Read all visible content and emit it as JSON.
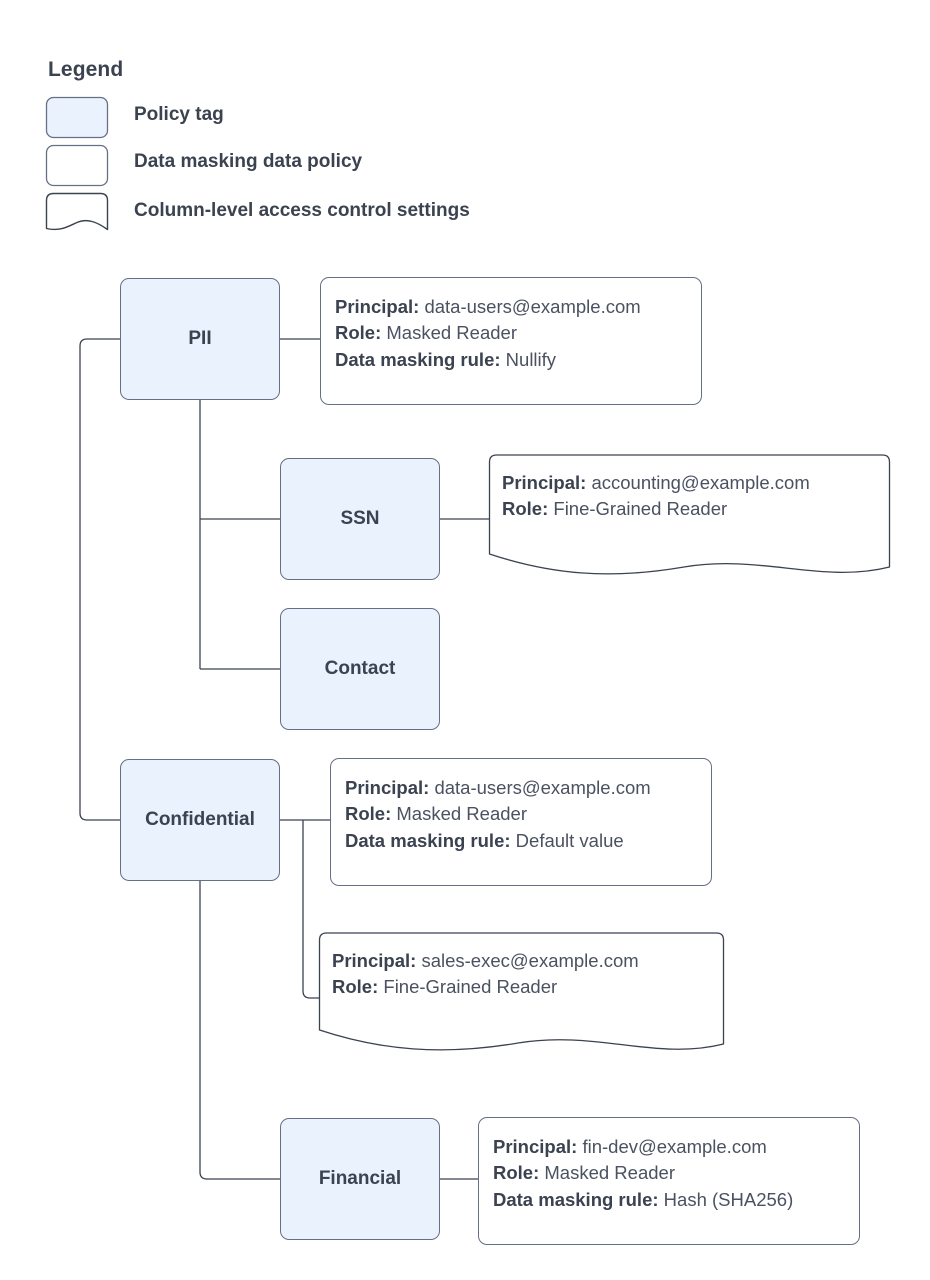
{
  "legend": {
    "title": "Legend",
    "items": [
      {
        "label": "Policy tag",
        "swatch": "policy-tag-swatch"
      },
      {
        "label": "Data masking data policy",
        "swatch": "data-masking-policy-swatch"
      },
      {
        "label": "Column-level access control settings",
        "swatch": "column-level-access-swatch"
      }
    ]
  },
  "nodes": [
    {
      "id": "pii",
      "label": "PII"
    },
    {
      "id": "ssn",
      "label": "SSN"
    },
    {
      "id": "contact",
      "label": "Contact"
    },
    {
      "id": "confidential",
      "label": "Confidential"
    },
    {
      "id": "financial",
      "label": "Financial"
    }
  ],
  "cards": [
    {
      "id": "pii-policy",
      "type": "data-masking-data-policy",
      "parent": "PII",
      "principal_label": "Principal:",
      "principal_value": "data-users@example.com",
      "role_label": "Role:",
      "role_value": "Masked Reader",
      "masking_label": "Data masking rule:",
      "masking_value": "Nullify"
    },
    {
      "id": "ssn-policy",
      "type": "column-level-access-control-settings",
      "parent": "SSN",
      "principal_label": "Principal:",
      "principal_value": "accounting@example.com",
      "role_label": "Role:",
      "role_value": "Fine-Grained Reader"
    },
    {
      "id": "confidential-policy",
      "type": "data-masking-data-policy",
      "parent": "Confidential",
      "principal_label": "Principal:",
      "principal_value": "data-users@example.com",
      "role_label": "Role:",
      "role_value": "Masked Reader",
      "masking_label": "Data masking rule:",
      "masking_value": "Default value"
    },
    {
      "id": "confidential-access",
      "type": "column-level-access-control-settings",
      "parent": "Confidential",
      "principal_label": "Principal:",
      "principal_value": "sales-exec@example.com",
      "role_label": "Role:",
      "role_value": "Fine-Grained Reader"
    },
    {
      "id": "financial-policy",
      "type": "data-masking-data-policy",
      "parent": "Financial",
      "principal_label": "Principal:",
      "principal_value": "fin-dev@example.com",
      "role_label": "Role:",
      "role_value": "Masked Reader",
      "masking_label": "Data masking rule:",
      "masking_value": "Hash (SHA256)"
    }
  ],
  "colors": {
    "tag_fill": "#eaf2fd",
    "stroke": "#667084",
    "text": "#3b4250",
    "value_text": "#4a5160",
    "background": "#ffffff"
  }
}
